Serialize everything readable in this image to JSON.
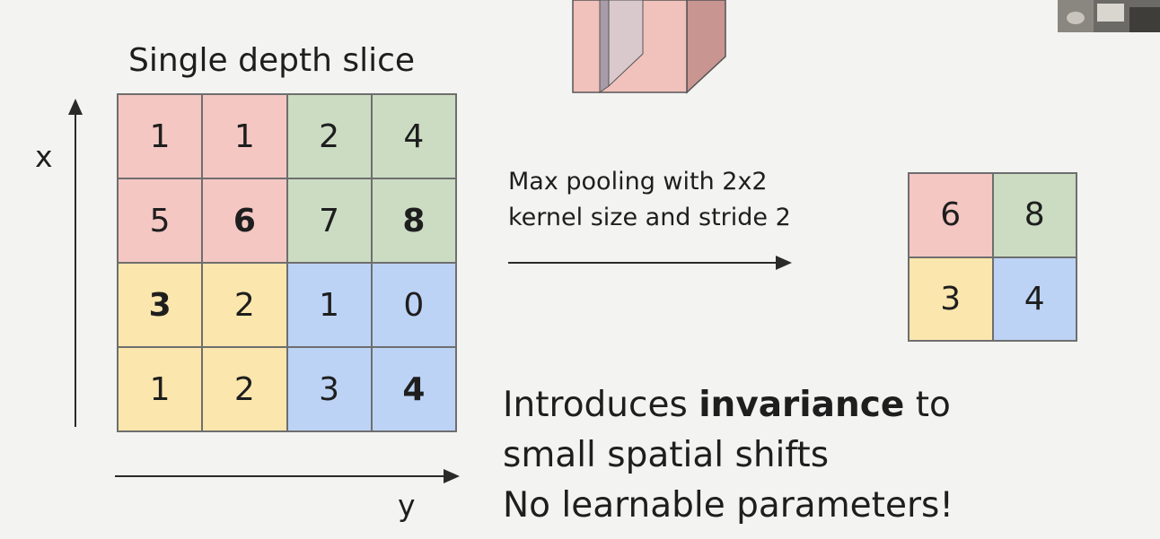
{
  "title": "Single depth slice",
  "axis": {
    "x_label": "x",
    "y_label": "y"
  },
  "colors": {
    "red": "#f4c7c3",
    "green": "#cbdcc3",
    "yellow": "#fbe6ad",
    "blue": "#bcd3f5",
    "background": "#f3f3f1"
  },
  "input_grid": [
    [
      {
        "v": "1",
        "c": "red"
      },
      {
        "v": "1",
        "c": "red"
      },
      {
        "v": "2",
        "c": "green"
      },
      {
        "v": "4",
        "c": "green"
      }
    ],
    [
      {
        "v": "5",
        "c": "red"
      },
      {
        "v": "6",
        "c": "red",
        "b": true
      },
      {
        "v": "7",
        "c": "green"
      },
      {
        "v": "8",
        "c": "green",
        "b": true
      }
    ],
    [
      {
        "v": "3",
        "c": "yellow",
        "b": true
      },
      {
        "v": "2",
        "c": "yellow"
      },
      {
        "v": "1",
        "c": "blue"
      },
      {
        "v": "0",
        "c": "blue"
      }
    ],
    [
      {
        "v": "1",
        "c": "yellow"
      },
      {
        "v": "2",
        "c": "yellow"
      },
      {
        "v": "3",
        "c": "blue"
      },
      {
        "v": "4",
        "c": "blue",
        "b": true
      }
    ]
  ],
  "pooling_text": {
    "line1": "Max pooling with 2x2",
    "line2": "kernel size and stride 2"
  },
  "output_grid": [
    [
      {
        "v": "6",
        "c": "red"
      },
      {
        "v": "8",
        "c": "green"
      }
    ],
    [
      {
        "v": "3",
        "c": "yellow"
      },
      {
        "v": "4",
        "c": "blue"
      }
    ]
  ],
  "bullets": {
    "line1_pre": "Introduces ",
    "line1_bold": "invariance",
    "line1_post": " to",
    "line2": "small spatial shifts",
    "line3": "No learnable parameters!"
  }
}
